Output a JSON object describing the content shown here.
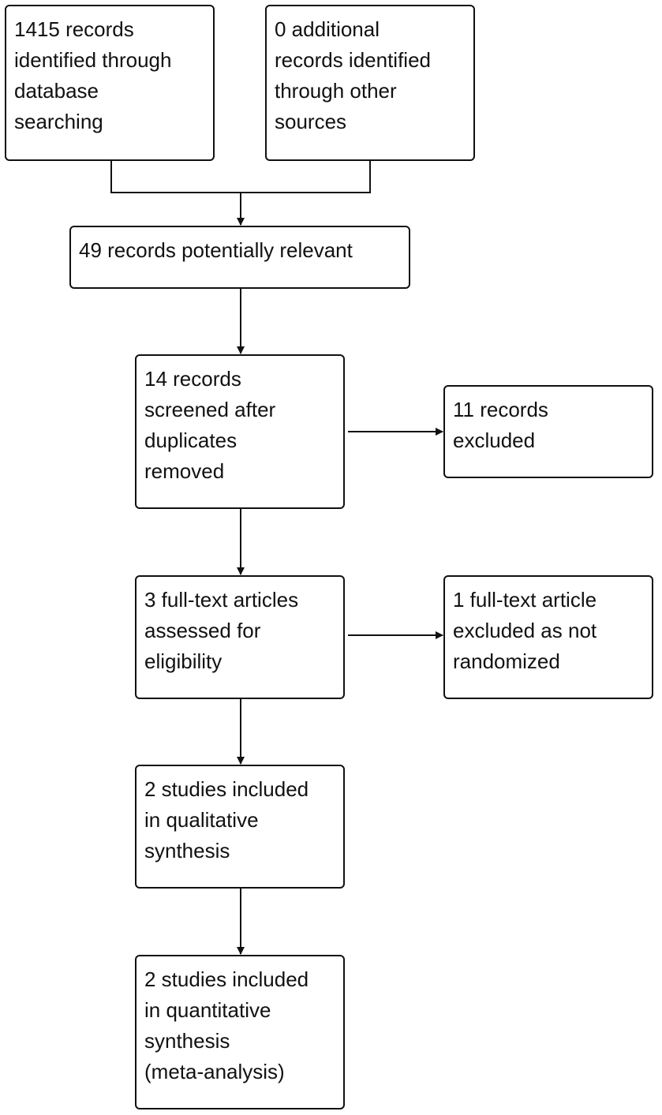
{
  "boxes": {
    "database_records": "1415 records\nidentified through\ndatabase\nsearching",
    "other_records": "0 additional\nrecords identified\nthrough other\nsources",
    "potentially_relevant": "49 records potentially relevant",
    "screened": "14 records\nscreened after\nduplicates\nremoved",
    "excluded": "11 records\nexcluded",
    "full_text_assessed": "3 full-text articles\nassessed for\neligibility",
    "full_text_excluded": "1 full-text article\nexcluded as not\nrandomized",
    "qualitative": "2 studies included\nin qualitative\nsynthesis",
    "quantitative": "2 studies included\nin quantitative\nsynthesis\n(meta-analysis)"
  }
}
